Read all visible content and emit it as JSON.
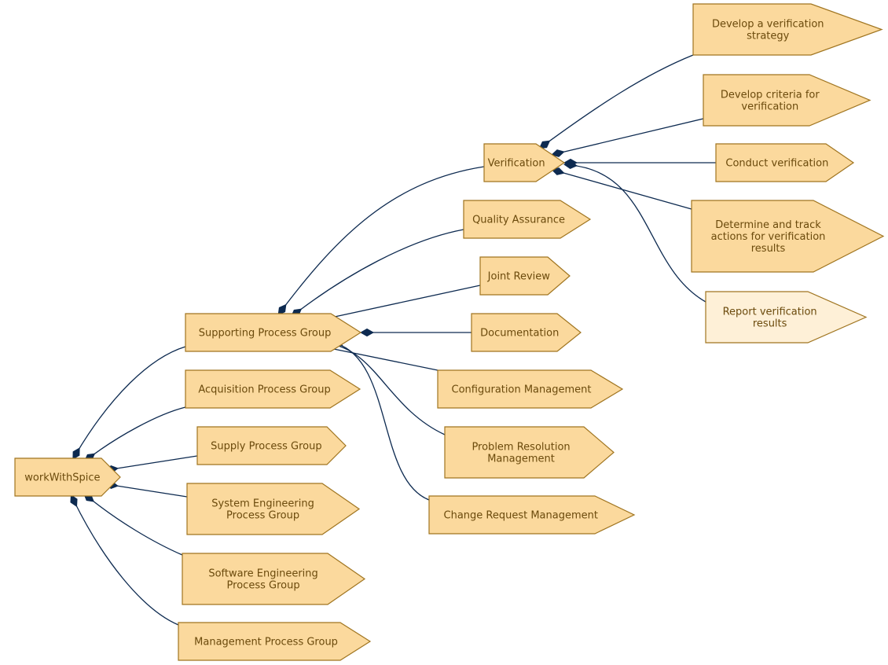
{
  "diagram": {
    "colors": {
      "node_fill": "#fbd99d",
      "node_fill_highlight": "#fef0d7",
      "node_stroke": "#a07520",
      "node_text": "#6b4a0c",
      "edge": "#0d2a50"
    },
    "nodes": [
      {
        "id": "workWithSpice",
        "lines": [
          "workWithSpice"
        ]
      },
      {
        "id": "supporting",
        "lines": [
          "Supporting Process Group"
        ]
      },
      {
        "id": "acquisition",
        "lines": [
          "Acquisition Process Group"
        ]
      },
      {
        "id": "supply",
        "lines": [
          "Supply Process Group"
        ]
      },
      {
        "id": "system",
        "lines": [
          "System Engineering",
          "Process Group"
        ]
      },
      {
        "id": "software",
        "lines": [
          "Software Engineering",
          "Process Group"
        ]
      },
      {
        "id": "management",
        "lines": [
          "Management Process Group"
        ]
      },
      {
        "id": "verification",
        "lines": [
          "Verification"
        ]
      },
      {
        "id": "qa",
        "lines": [
          "Quality Assurance"
        ]
      },
      {
        "id": "joint",
        "lines": [
          "Joint Review"
        ]
      },
      {
        "id": "documentation",
        "lines": [
          "Documentation"
        ]
      },
      {
        "id": "config",
        "lines": [
          "Configuration Management"
        ]
      },
      {
        "id": "problem",
        "lines": [
          "Problem Resolution",
          "Management"
        ]
      },
      {
        "id": "change",
        "lines": [
          "Change Request Management"
        ]
      },
      {
        "id": "strategy",
        "lines": [
          "Develop a verification",
          "strategy"
        ]
      },
      {
        "id": "criteria",
        "lines": [
          "Develop criteria for",
          "verification"
        ]
      },
      {
        "id": "conduct",
        "lines": [
          "Conduct verification"
        ]
      },
      {
        "id": "determine",
        "lines": [
          "Determine and track",
          "actions for verification",
          "results"
        ]
      },
      {
        "id": "report",
        "lines": [
          "Report verification",
          "results"
        ],
        "highlight": true
      }
    ],
    "edges": [
      {
        "from": "workWithSpice",
        "to": "supporting"
      },
      {
        "from": "workWithSpice",
        "to": "acquisition"
      },
      {
        "from": "workWithSpice",
        "to": "supply"
      },
      {
        "from": "workWithSpice",
        "to": "system"
      },
      {
        "from": "workWithSpice",
        "to": "software"
      },
      {
        "from": "workWithSpice",
        "to": "management"
      },
      {
        "from": "supporting",
        "to": "verification"
      },
      {
        "from": "supporting",
        "to": "qa"
      },
      {
        "from": "supporting",
        "to": "joint"
      },
      {
        "from": "supporting",
        "to": "documentation"
      },
      {
        "from": "supporting",
        "to": "config"
      },
      {
        "from": "supporting",
        "to": "problem"
      },
      {
        "from": "supporting",
        "to": "change"
      },
      {
        "from": "verification",
        "to": "strategy"
      },
      {
        "from": "verification",
        "to": "criteria"
      },
      {
        "from": "verification",
        "to": "conduct"
      },
      {
        "from": "verification",
        "to": "determine"
      },
      {
        "from": "verification",
        "to": "report"
      }
    ]
  }
}
